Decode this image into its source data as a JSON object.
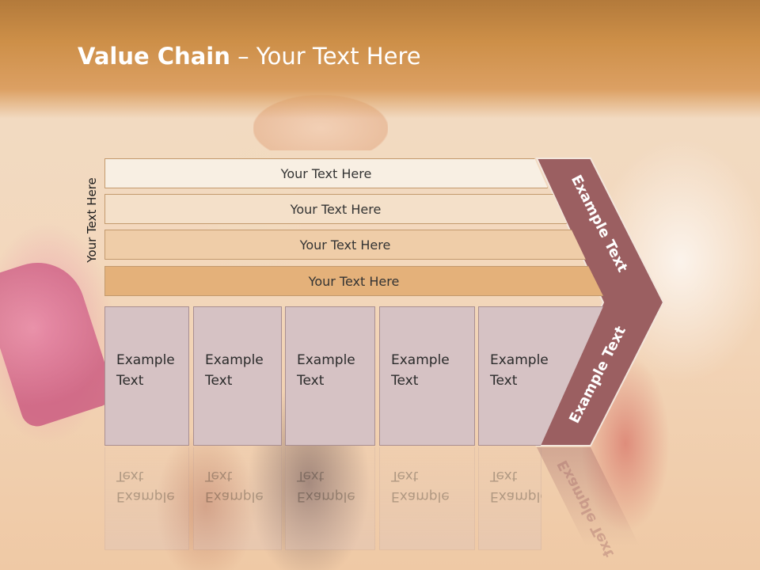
{
  "slide": {
    "title_bold": "Value Chain",
    "title_rest": " – Your Text Here",
    "side_label": "Your Text Here",
    "rows": [
      {
        "label": "Your Text Here",
        "color": "#f8efe3"
      },
      {
        "label": "Your Text Here",
        "color": "#f4e0c9"
      },
      {
        "label": "Your Text Here",
        "color": "#efcda8"
      },
      {
        "label": "Your Text Here",
        "color": "#e4b17a"
      }
    ],
    "boxes": [
      {
        "line1": "Example",
        "line2": "Text"
      },
      {
        "line1": "Example",
        "line2": "Text"
      },
      {
        "line1": "Example",
        "line2": "Text"
      },
      {
        "line1": "Example",
        "line2": "Text"
      },
      {
        "line1": "Example",
        "line2": "Text"
      }
    ],
    "chevron_top_label": "Example Text",
    "chevron_bottom_label": "Example Text",
    "chevron_color": "#9b5f61",
    "box_color": "#d6c2c4"
  }
}
